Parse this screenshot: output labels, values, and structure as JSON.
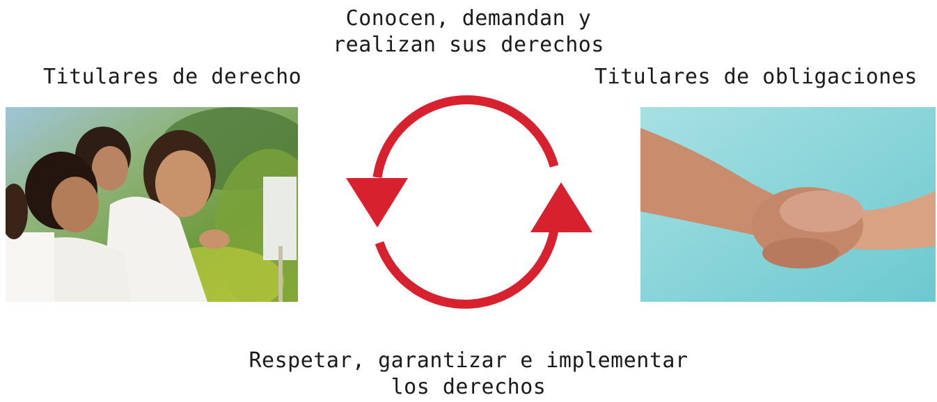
{
  "top_caption": {
    "line1": "Conocen, demandan y",
    "line2": "realizan sus derechos"
  },
  "left_title": "Titulares de derecho",
  "right_title": "Titulares de obligaciones",
  "bottom_caption": {
    "line1": "Respetar, garantizar e implementar",
    "line2": "los derechos"
  },
  "colors": {
    "arrow": "#d7212f",
    "text": "#1a1a1a",
    "right_photo_bg": "#7fd3d8"
  },
  "images": {
    "left": "students-smiling-photo",
    "right": "handshake-photo"
  }
}
